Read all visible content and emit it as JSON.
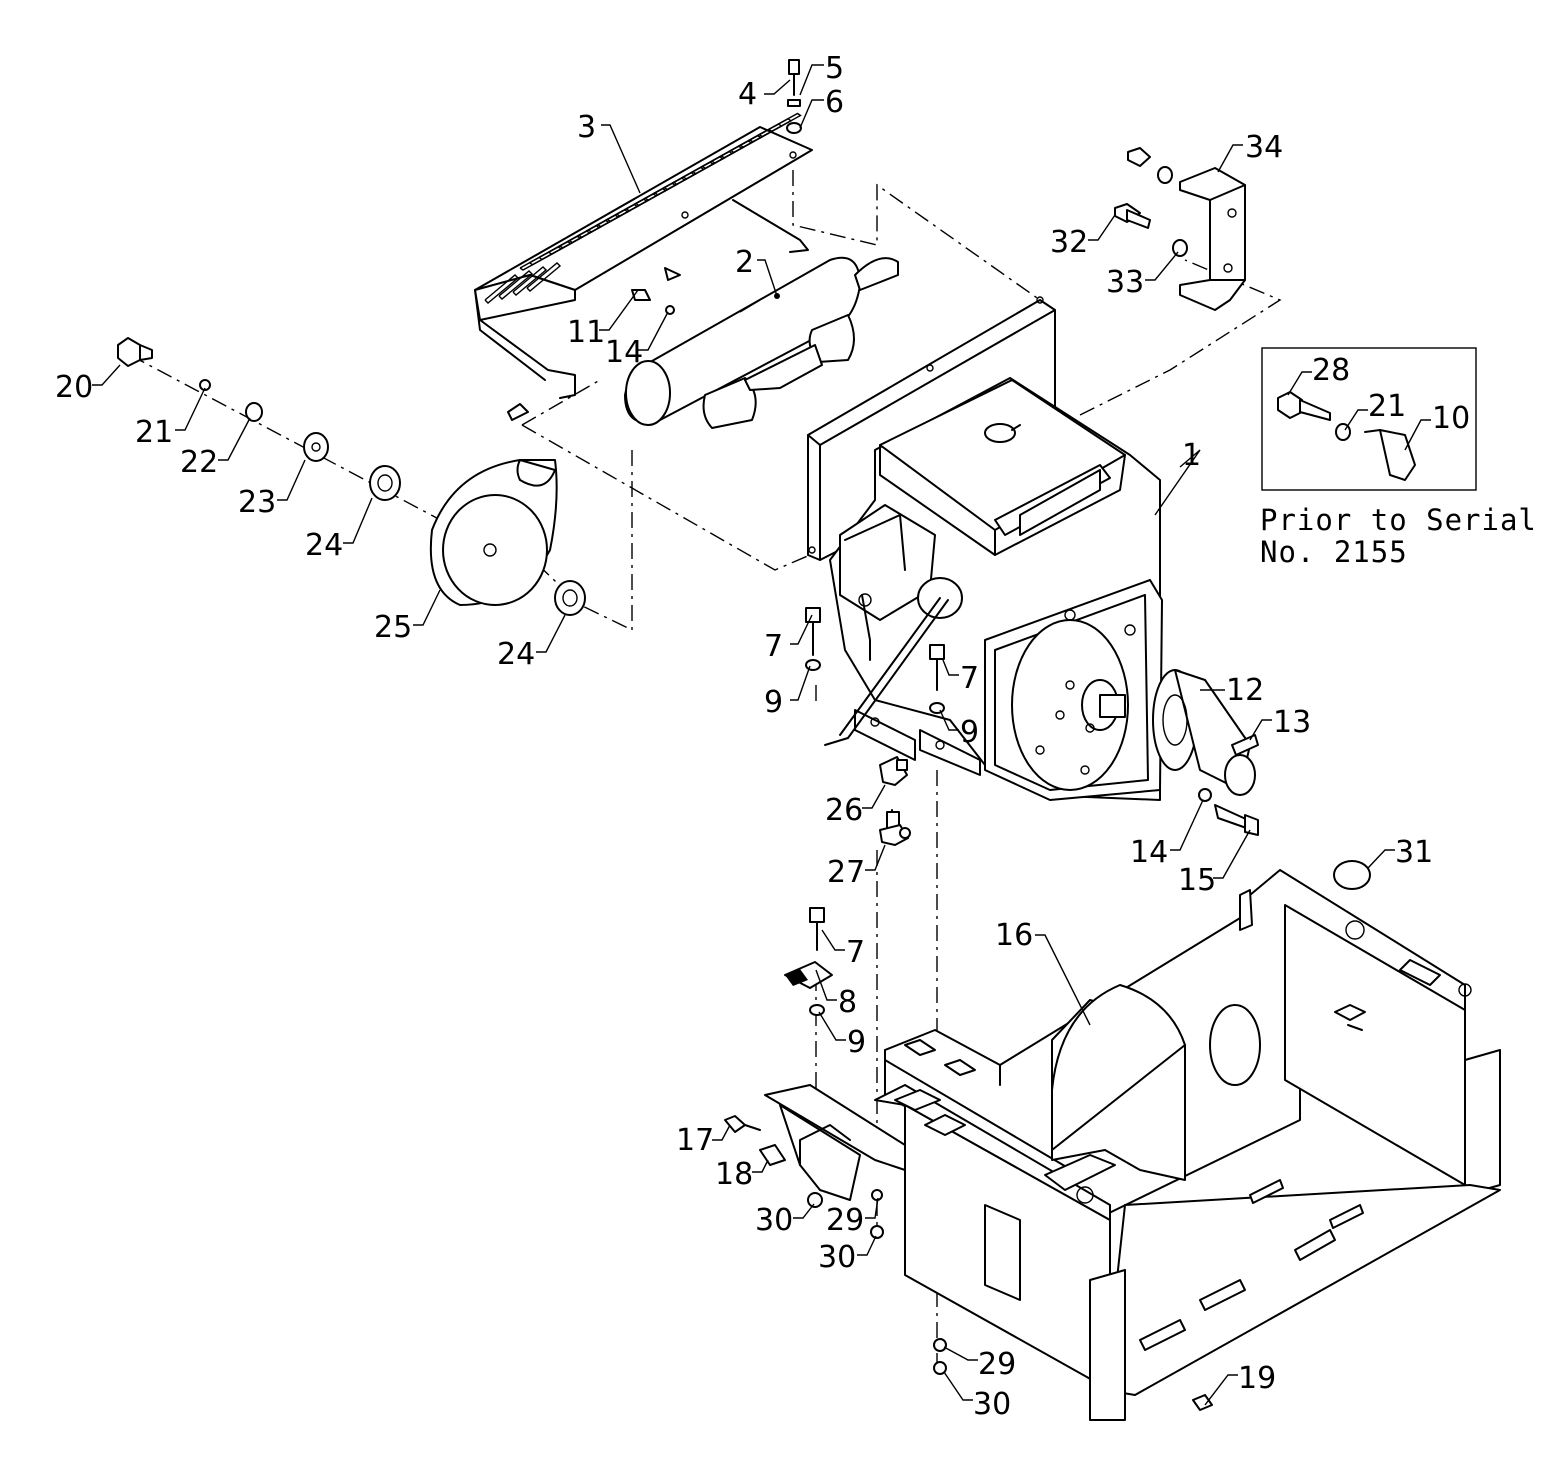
{
  "inset_note": {
    "line1": "Prior to Serial",
    "line2": "No. 2155"
  },
  "callouts": [
    {
      "id": "c1",
      "text": "1"
    },
    {
      "id": "c2",
      "text": "2"
    },
    {
      "id": "c3",
      "text": "3"
    },
    {
      "id": "c4",
      "text": "4"
    },
    {
      "id": "c5",
      "text": "5"
    },
    {
      "id": "c6",
      "text": "6"
    },
    {
      "id": "c7a",
      "text": "7"
    },
    {
      "id": "c7b",
      "text": "7"
    },
    {
      "id": "c7c",
      "text": "7"
    },
    {
      "id": "c8",
      "text": "8"
    },
    {
      "id": "c9a",
      "text": "9"
    },
    {
      "id": "c9b",
      "text": "9"
    },
    {
      "id": "c9c",
      "text": "9"
    },
    {
      "id": "c10",
      "text": "10"
    },
    {
      "id": "c11",
      "text": "11"
    },
    {
      "id": "c12",
      "text": "12"
    },
    {
      "id": "c13",
      "text": "13"
    },
    {
      "id": "c14a",
      "text": "14"
    },
    {
      "id": "c14b",
      "text": "14"
    },
    {
      "id": "c15",
      "text": "15"
    },
    {
      "id": "c16",
      "text": "16"
    },
    {
      "id": "c17",
      "text": "17"
    },
    {
      "id": "c18",
      "text": "18"
    },
    {
      "id": "c19",
      "text": "19"
    },
    {
      "id": "c20",
      "text": "20"
    },
    {
      "id": "c21a",
      "text": "21"
    },
    {
      "id": "c21b",
      "text": "21"
    },
    {
      "id": "c22",
      "text": "22"
    },
    {
      "id": "c23",
      "text": "23"
    },
    {
      "id": "c24a",
      "text": "24"
    },
    {
      "id": "c24b",
      "text": "24"
    },
    {
      "id": "c25",
      "text": "25"
    },
    {
      "id": "c26",
      "text": "26"
    },
    {
      "id": "c27",
      "text": "27"
    },
    {
      "id": "c28",
      "text": "28"
    },
    {
      "id": "c29a",
      "text": "29"
    },
    {
      "id": "c29b",
      "text": "29"
    },
    {
      "id": "c30a",
      "text": "30"
    },
    {
      "id": "c30b",
      "text": "30"
    },
    {
      "id": "c30c",
      "text": "30"
    },
    {
      "id": "c31",
      "text": "31"
    },
    {
      "id": "c32",
      "text": "32"
    },
    {
      "id": "c33",
      "text": "33"
    },
    {
      "id": "c34",
      "text": "34"
    }
  ]
}
